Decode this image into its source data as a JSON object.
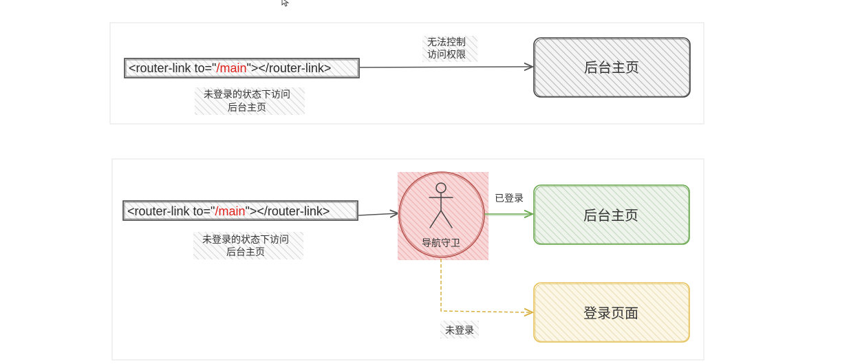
{
  "top_panel": {
    "code_prefix": "<router-link to=\"",
    "code_path": "/main",
    "code_suffix": "\"></router-link>",
    "arrow_label_line1": "无法控制",
    "arrow_label_line2": "访问权限",
    "target_label": "后台主页",
    "caption_line1": "未登录的状态下访问",
    "caption_line2": "后台主页"
  },
  "bottom_panel": {
    "code_prefix": "<router-link to=\"",
    "code_path": "/main",
    "code_suffix": "\"></router-link>",
    "caption_line1": "未登录的状态下访问",
    "caption_line2": "后台主页",
    "guard_label": "导航守卫",
    "logged_in_label": "已登录",
    "logged_in_target": "后台主页",
    "logged_out_label": "未登录",
    "logged_out_target": "登录页面"
  },
  "colors": {
    "code_highlight": "#e0201b",
    "guard_fill": "#f4c7c7",
    "guard_stroke": "#b85450",
    "logged_in_stroke": "#6aa84f",
    "logged_in_fill": "#d5e8d4",
    "logged_out_stroke": "#e6c15a",
    "logged_out_fill": "#fff2cc",
    "neutral_box_fill": "#dedede"
  }
}
